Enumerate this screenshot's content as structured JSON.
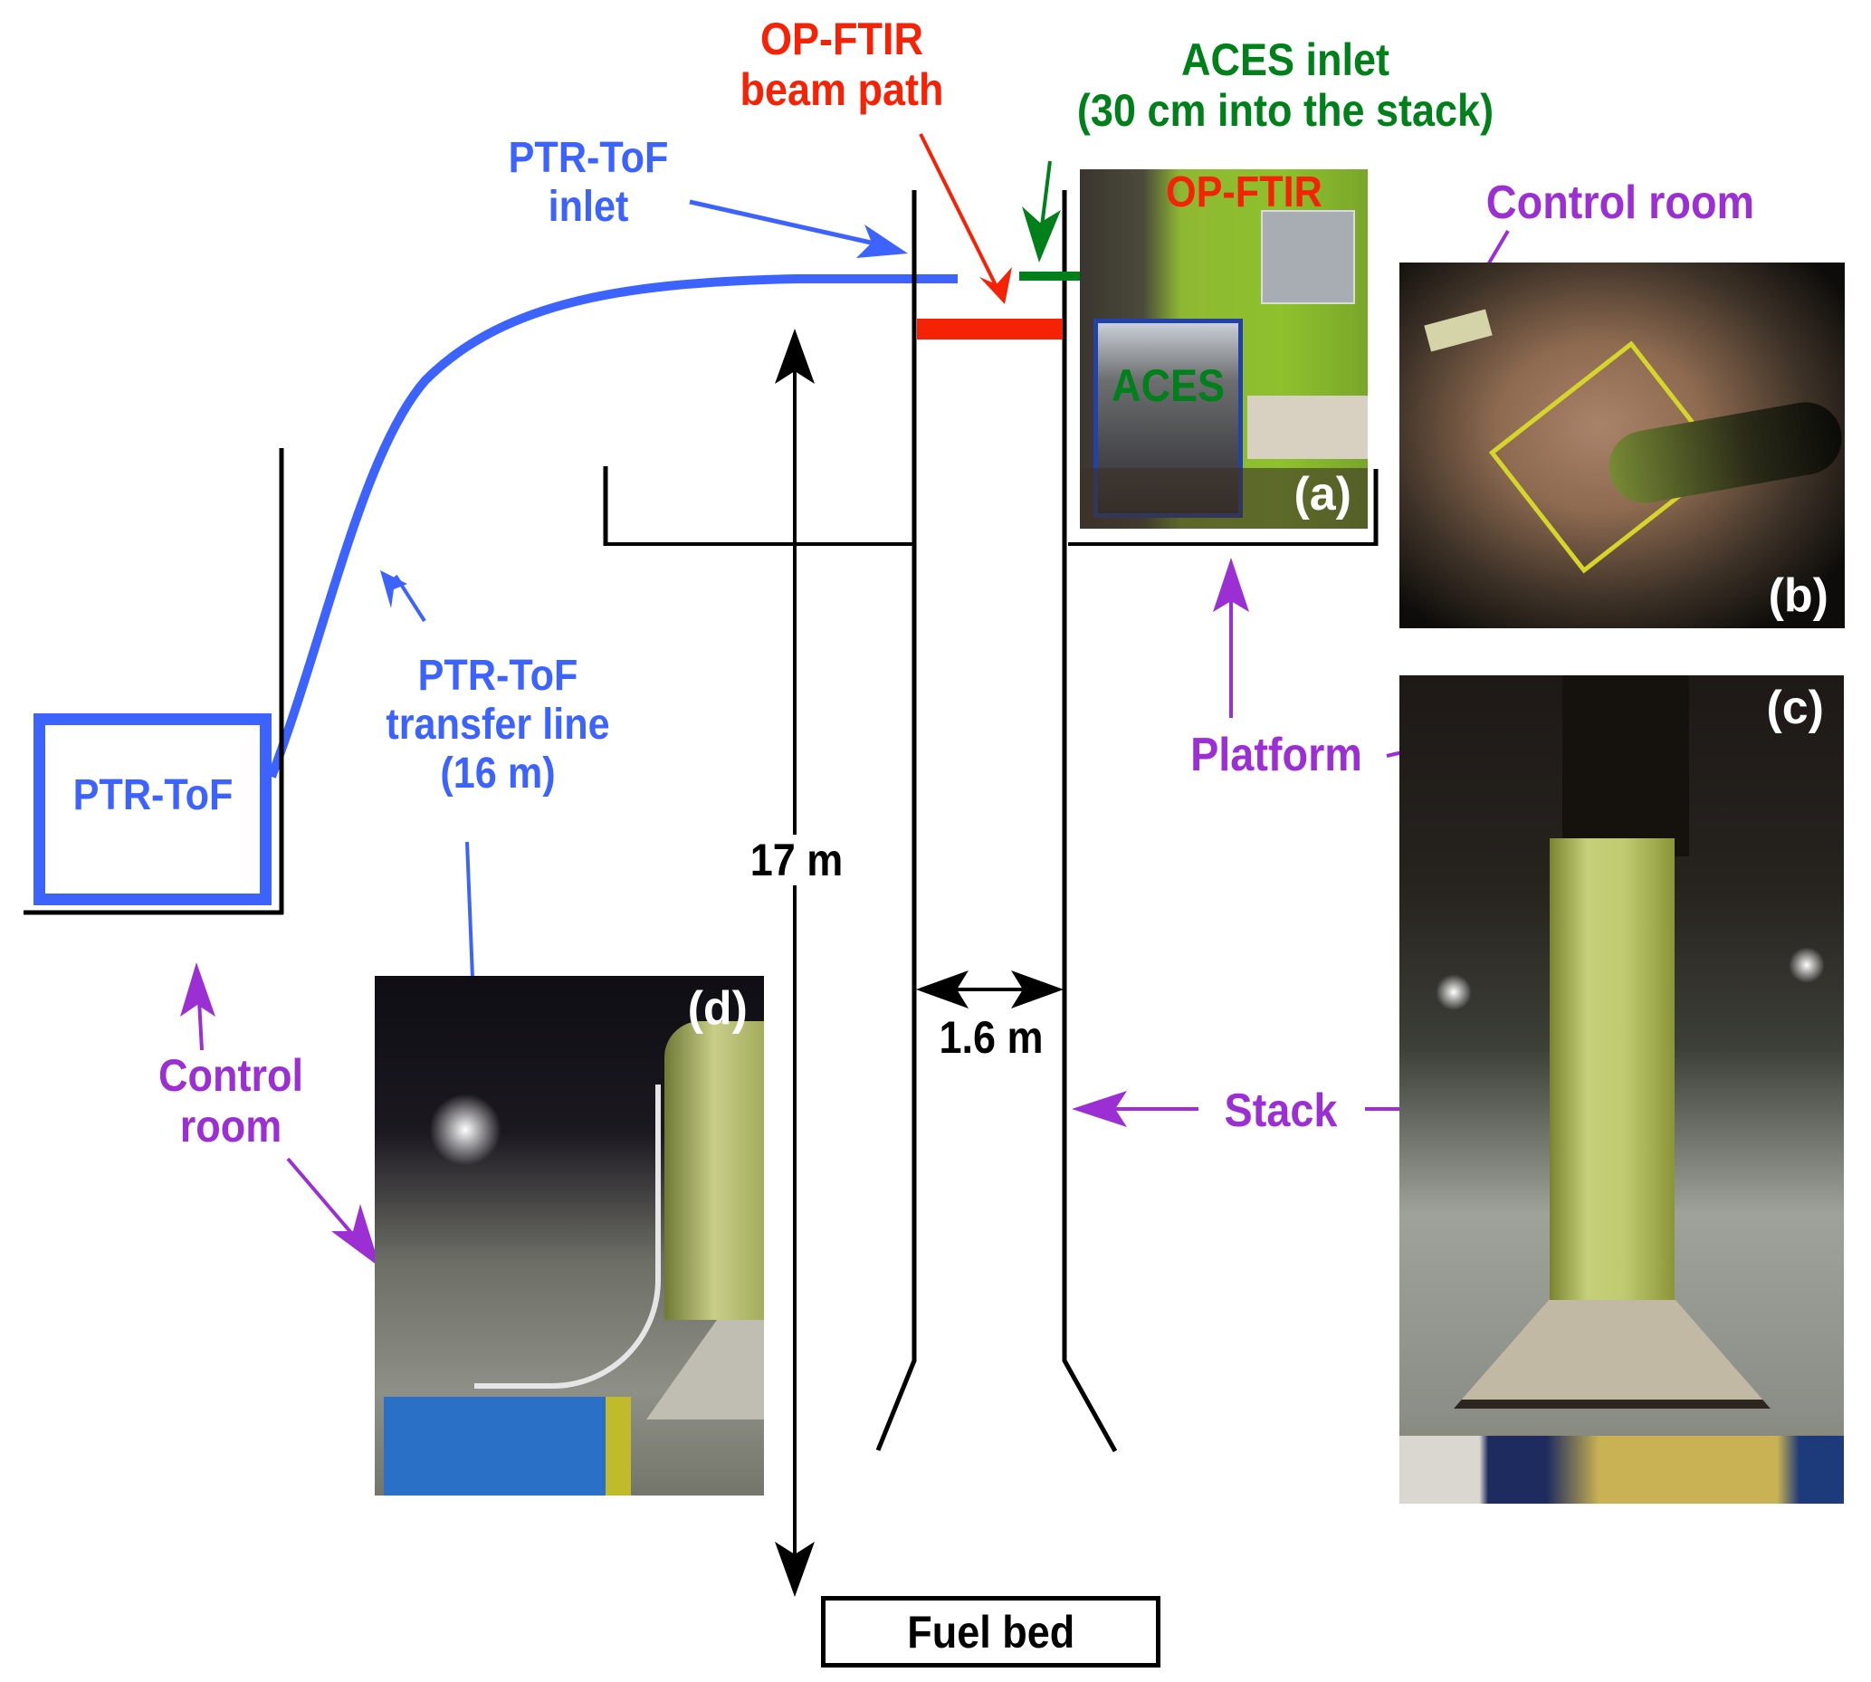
{
  "colors": {
    "ptr": "#3d63ff",
    "opftir": "#f52205",
    "aces": "#00801a",
    "annotation": "#9b2fd3",
    "structure": "#000000"
  },
  "labels": {
    "opftir_beam": [
      "OP-FTIR",
      "beam path"
    ],
    "aces_inlet": [
      "ACES inlet",
      "(30 cm into the stack)"
    ],
    "ptr_inlet": [
      "PTR-ToF",
      "inlet"
    ],
    "ptr_transfer": [
      "PTR-ToF",
      "transfer line",
      "(16 m)"
    ],
    "ptr_instrument": "PTR-ToF",
    "control_room_left": [
      "Control",
      "room"
    ],
    "control_room_right": "Control room",
    "platform": "Platform",
    "stack": "Stack",
    "height": "17 m",
    "diameter": "1.6 m",
    "fuel_bed": "Fuel bed"
  },
  "photos": {
    "a": {
      "tag": "(a)",
      "overlay_opftir": "OP-FTIR",
      "overlay_aces": "ACES",
      "description": "ACES instrument on platform beside green stack with OP-FTIR"
    },
    "b": {
      "tag": "(b)",
      "description": "Top-down view of burn chamber floor with yellow square"
    },
    "c": {
      "tag": "(c)",
      "description": "Combustion chamber with green stack and hood"
    },
    "d": {
      "tag": "(d)",
      "description": "Transfer line running from stack to control room"
    }
  }
}
